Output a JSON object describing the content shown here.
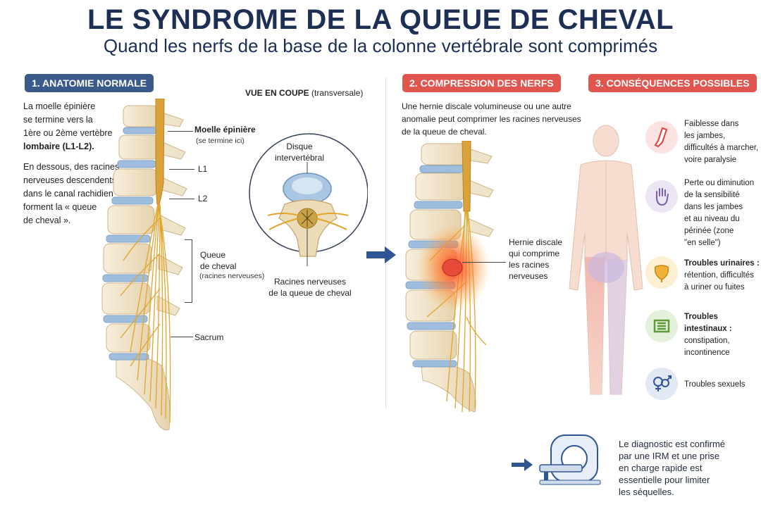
{
  "header": {
    "title": "LE SYNDROME DE LA QUEUE DE CHEVAL",
    "subtitle": "Quand les nerfs de la base de la colonne vertébrale sont comprimés"
  },
  "section1": {
    "badge": "1. ANATOMIE NORMALE",
    "p1_a": "La moelle épinière",
    "p1_b": "se termine vers la",
    "p1_c": "1ère ou 2ème vertèbre",
    "p1_d": "lombaire (L1-L2).",
    "p2_a": "En dessous, des racines",
    "p2_b": "nerveuses descendents",
    "p2_c": "dans le canal rachidien",
    "p2_d": "forment la « queue",
    "p2_e": "de cheval ».",
    "labels": {
      "moelle": "Moelle épinière",
      "moelle_note": "(se termine ici)",
      "l1": "L1",
      "l2": "L2",
      "queue_a": "Queue",
      "queue_b": "de cheval",
      "queue_note": "(racines nerveuses)",
      "sacrum": "Sacrum"
    },
    "cross_section": {
      "heading": "VUE EN COUPE",
      "heading_note": "(transversale)",
      "disque_a": "Disque",
      "disque_b": "intervertébral",
      "racines_a": "Racines nerveuses",
      "racines_b": "de la queue de cheval"
    }
  },
  "section2": {
    "badge": "2. COMPRESSION DES NERFS",
    "p_a": "Une hernie discale volumineuse ou une autre",
    "p_b": "anomalie peut comprimer les racines nerveuses",
    "p_c": "de la queue de cheval.",
    "hernie_a": "Hernie discale",
    "hernie_b": "qui comprime",
    "hernie_c": "les racines",
    "hernie_d": "nerveuses"
  },
  "section3": {
    "badge": "3. CONSÉQUENCES POSSIBLES",
    "items": [
      {
        "lines": [
          "Faiblesse dans",
          "les jambes,",
          "difficultés à marcher,",
          "voire paralysie"
        ],
        "icon": "leg-icon",
        "color": "#fbe3e3"
      },
      {
        "lines": [
          "Perte ou diminution",
          "de la sensibilité",
          "dans les jambes",
          "et au niveau du",
          "périnée (zone",
          "\"en selle\")"
        ],
        "icon": "hand-icon",
        "color": "#ece6f4"
      },
      {
        "lines": [
          "Troubles urinaires :",
          "rétention, difficultés",
          "à uriner ou fuites"
        ],
        "icon": "bladder-icon",
        "color": "#fdf0d2"
      },
      {
        "lines": [
          "Troubles intestinaux :",
          "constipation,",
          "incontinence"
        ],
        "icon": "intestine-icon",
        "color": "#e3f0da"
      },
      {
        "lines": [
          "Troubles sexuels"
        ],
        "icon": "gender-icon",
        "color": "#e2e8f4"
      }
    ]
  },
  "footer": {
    "l1": "Le diagnostic est confirmé",
    "l2": "par une IRM et une prise",
    "l3": "en charge rapide est",
    "l4": "essentielle pour limiter",
    "l5": "les séquelles."
  },
  "colors": {
    "navy": "#1d2f55",
    "badge_blue": "#3a5a8c",
    "badge_red": "#e0554e",
    "bone": "#f1e6cf",
    "disc": "#9fbedd",
    "nerve": "#e0a52a"
  }
}
